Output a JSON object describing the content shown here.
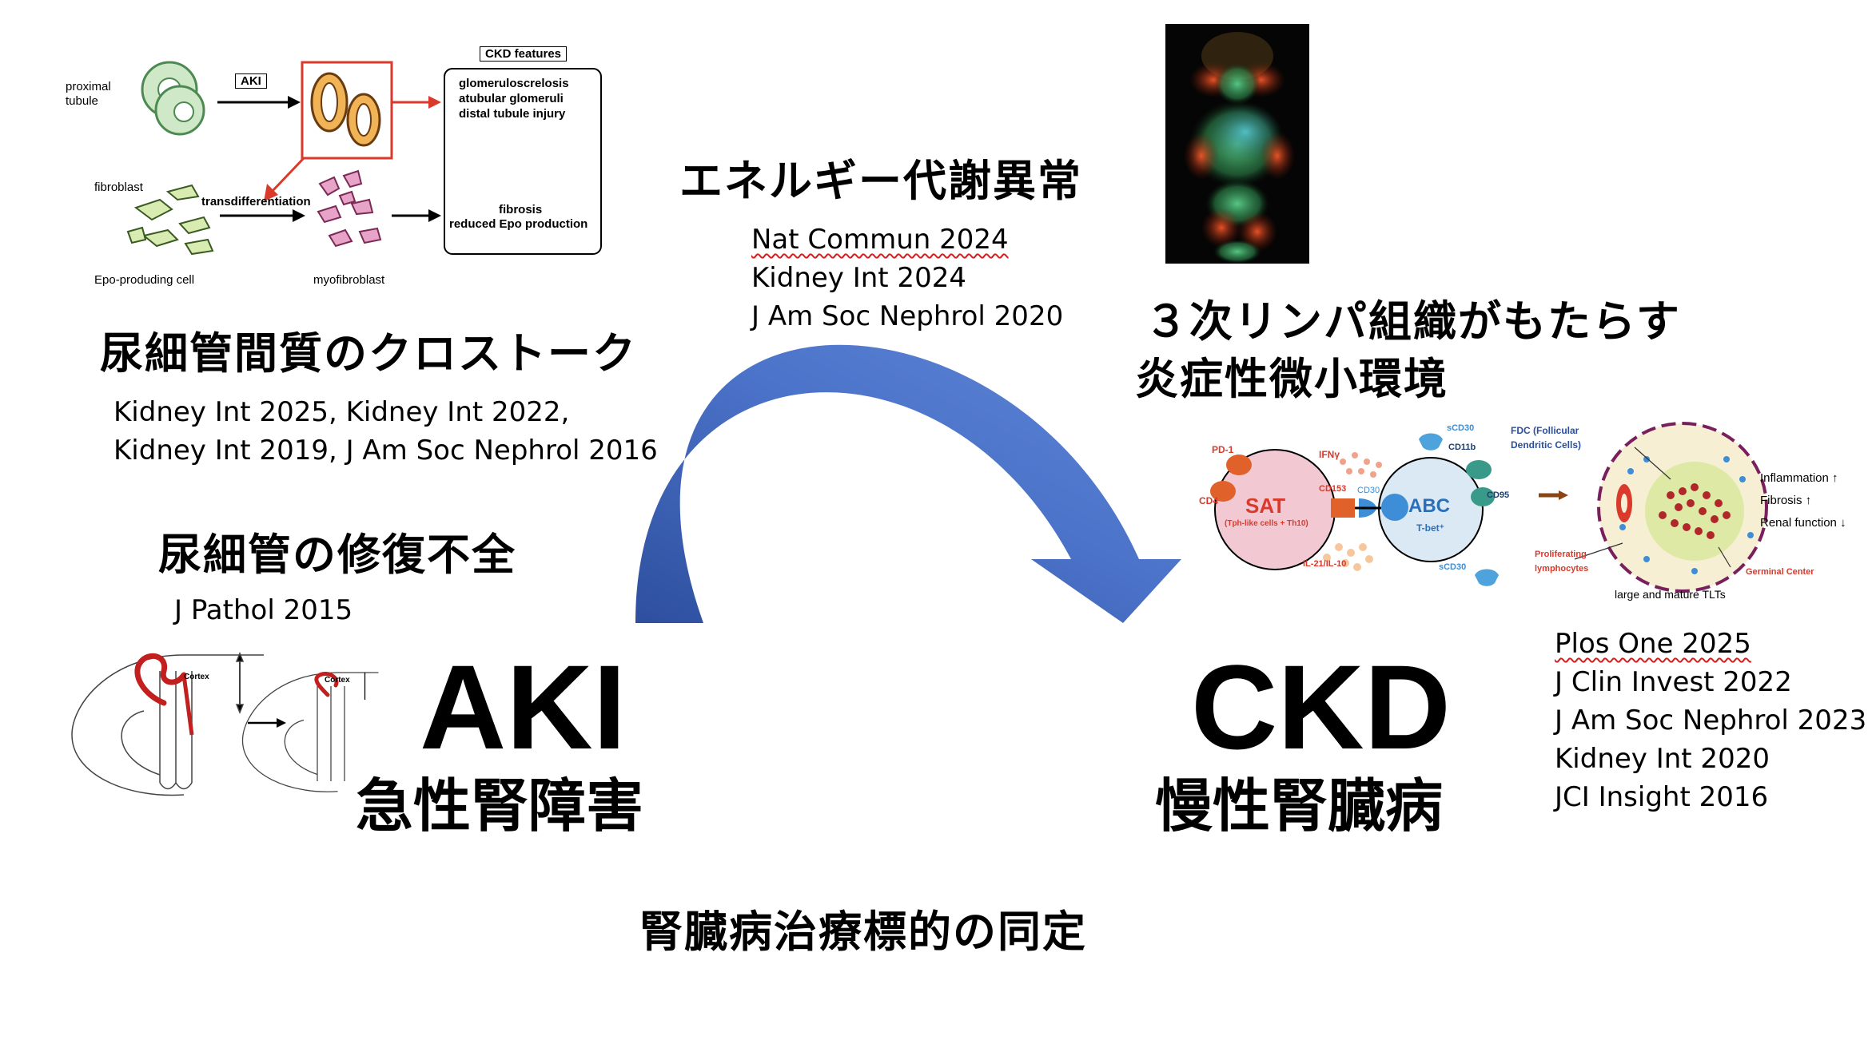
{
  "headings": {
    "energy": "エネルギー代謝異常",
    "crosstalk": "尿細管間質のクロストーク",
    "repair": "尿細管の修復不全",
    "tlt_line1": "３次リンパ組織がもたらす",
    "tlt_line2": "炎症性微小環境",
    "target": "腎臓病治療標的の同定"
  },
  "refs": {
    "energy": [
      "Nat Commun 2024",
      "Kidney Int 2024",
      "J Am Soc Nephrol 2020"
    ],
    "crosstalk": [
      "Kidney Int 2025, Kidney Int 2022,",
      "Kidney Int 2019, J Am Soc Nephrol 2016"
    ],
    "repair": [
      "J Pathol 2015"
    ],
    "tlt": [
      "Plos One 2025",
      "J Clin Invest 2022",
      "J Am Soc Nephrol 2023",
      "Kidney Int 2020",
      "JCI Insight 2016"
    ]
  },
  "aki": {
    "abbr": "AKI",
    "label": "急性腎障害"
  },
  "ckd": {
    "abbr": "CKD",
    "label": "慢性腎臓病"
  },
  "fig_crosstalk": {
    "proximal": "proximal",
    "tubule": "tubule",
    "aki": "AKI",
    "ckd_features": "CKD features",
    "features_top": [
      "glomeruloscrelosis",
      "atubular glomeruli",
      "distal tubule injury"
    ],
    "features_bottom": [
      "fibrosis",
      "reduced Epo production"
    ],
    "fibroblast": "fibroblast",
    "transdiff": "transdifferentiation",
    "epo_cell": "Epo-produding cell",
    "myofibroblast": "myofibroblast"
  },
  "fig_kidney": {
    "cortex": "Cortex"
  },
  "fig_tlt": {
    "sat": "SAT",
    "sat_sub": "(Tph-like cells + Th10)",
    "abc": "ABC",
    "abc_sub": "T-bet⁺",
    "pd1": "PD-1",
    "cd4": "CD4",
    "ifng": "IFNγ",
    "cd153": "CD153",
    "cd30": "CD30",
    "scd30_top": "sCD30",
    "cd11b": "CD11b",
    "cd95": "CD95",
    "scd30_bottom": "sCD30",
    "il": "IL-21/IL-10",
    "fdc1": "FDC (Follicular",
    "fdc2": "Dendritic Cells)",
    "prolif1": "Proliferating",
    "prolif2": "lymphocytes",
    "germinal": "Germinal Center",
    "tlt_caption": "large and mature TLTs",
    "outcomes": [
      "Inflammation ↑",
      "Fibrosis ↑",
      "Renal function ↓"
    ]
  },
  "colors": {
    "arrow": "#4a6fc4",
    "red": "#d93a2b",
    "sat_fill": "#f2c9d2",
    "abc_fill": "#dbe9f5",
    "orange": "#e0622a",
    "blue": "#3d8ed6"
  }
}
